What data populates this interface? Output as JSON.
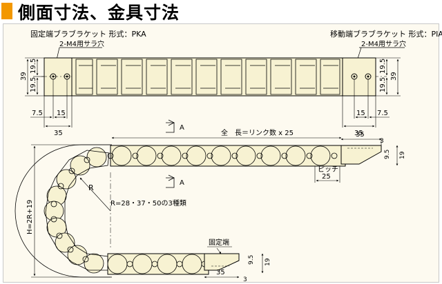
{
  "page_title": "側面寸法、金具寸法",
  "top_view": {
    "left_bracket_label": "固定端ブラブラケット 形式：PKA",
    "right_bracket_label": "移動端ブラブラケット 形式：PIA",
    "hole_label_left": "2-M4用サラ穴",
    "hole_label_right": "2-M4用サラ穴",
    "dim_height_total": "39",
    "dim_half_top": "19.5",
    "dim_half_bottom": "19.5",
    "dim_edge": "7.5",
    "dim_hole_pitch": "15",
    "dim_width": "35"
  },
  "side_view": {
    "section_mark_top": "A",
    "section_mark_bottom": "A",
    "total_length": "全　長＝リンク数 x 25",
    "dim_bracket": "35",
    "dim_3": "3",
    "dim_95": "9.5",
    "dim_19": "19",
    "pitch_label": "ピッチ",
    "pitch_value": "25",
    "radius_letter": "R",
    "radius_options": "R=28・37・50の3種類",
    "height_formula": "H=2R+19",
    "fixed_end_label": "固定端",
    "dim_bracket_bottom": "35",
    "dim_3_bottom": "3",
    "dim_95_bottom": "9.5",
    "dim_19_bottom": "19"
  },
  "colors": {
    "accent": "#f39800",
    "panel": "#fdfaf0",
    "part_fill": "#f7f2d2",
    "line": "#000000"
  }
}
